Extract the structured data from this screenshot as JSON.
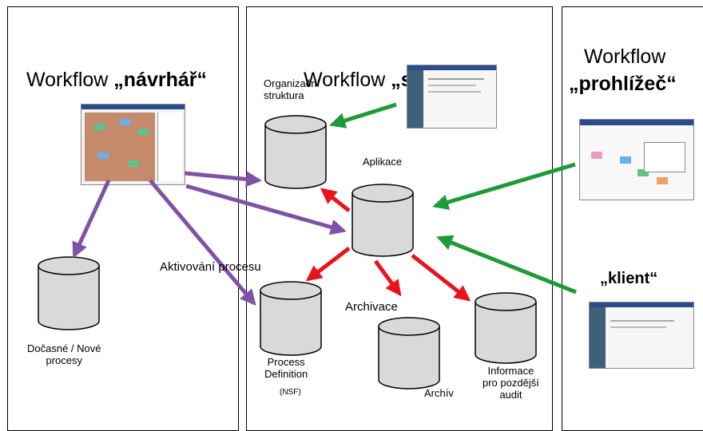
{
  "panels": {
    "left": {
      "title_prefix": "Workflow ",
      "title_bold": "„návrhář“"
    },
    "middle": {
      "title_prefix": "Workflow ",
      "title_bold": "„systém“"
    },
    "right": {
      "title_line1": "Workflow",
      "title_line2": "„prohlížeč“",
      "client": "„klient“"
    }
  },
  "labels": {
    "org": "Organizační\nstruktura",
    "aplikace": "Aplikace",
    "aktivovani": "Aktivování procesu",
    "archivace": "Archivace",
    "docasne": "Dočasné / Nové\nprocesy",
    "process_def": "Process\nDefinition",
    "nsf": "(NSF)",
    "archiv": "Archív",
    "informace": "Informace\npro pozdější\naudit"
  },
  "colors": {
    "purple": "#8052A6",
    "green": "#1F9A3A",
    "red": "#E8141B",
    "db_fill": "#D9D9D9"
  },
  "icons": [
    "database-icon",
    "screenshot-thumbnail"
  ]
}
